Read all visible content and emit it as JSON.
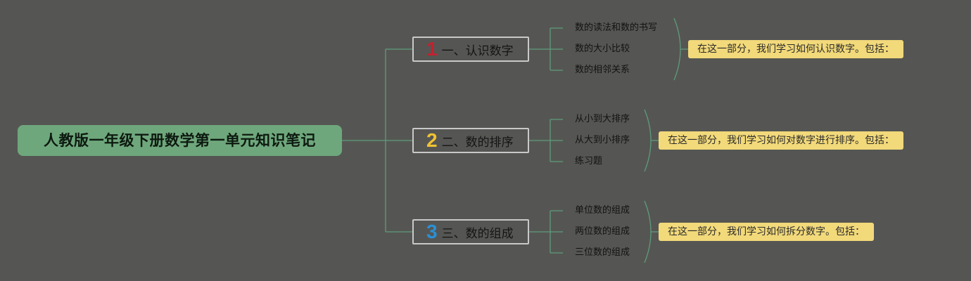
{
  "root": {
    "label": "人教版一年级下册数学第一单元知识笔记"
  },
  "branches": [
    {
      "number": "1",
      "number_color": "#c0232f",
      "label": "一、认识数字",
      "items": [
        "数的读法和数的书写",
        "数的大小比较",
        "数的相邻关系"
      ],
      "note": "在这一部分，我们学习如何认识数字。包括："
    },
    {
      "number": "2",
      "number_color": "#f1c232",
      "label": "二、数的排序",
      "items": [
        "从小到大排序",
        "从大到小排序",
        "练习题"
      ],
      "note": "在这一部分，我们学习如何对数字进行排序。包括："
    },
    {
      "number": "3",
      "number_color": "#2a90d8",
      "label": "三、数的组成",
      "items": [
        "单位数的组成",
        "两位数的组成",
        "三位数的组成"
      ],
      "note": "在这一部分，我们学习如何拆分数字。包括："
    }
  ],
  "colors": {
    "background": "#555653",
    "connector": "#5f9b7c",
    "root_fill": "#6fa77c",
    "note_fill": "#f2d97a"
  }
}
